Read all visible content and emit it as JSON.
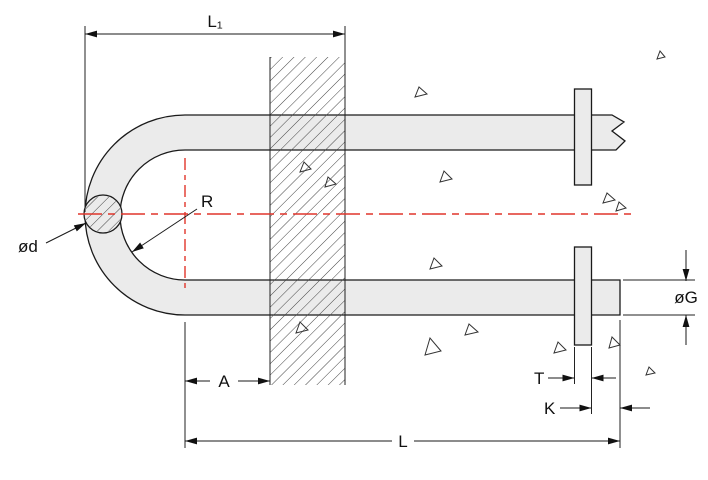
{
  "labels": {
    "l1": "L₁",
    "r": "R",
    "od": "ød",
    "a": "A",
    "t": "T",
    "k": "K",
    "l": "L",
    "og": "øG"
  },
  "colors": {
    "centerline_red": "#e0352b",
    "part_fill": "#ebebeb",
    "line": "#1a1a1a"
  }
}
